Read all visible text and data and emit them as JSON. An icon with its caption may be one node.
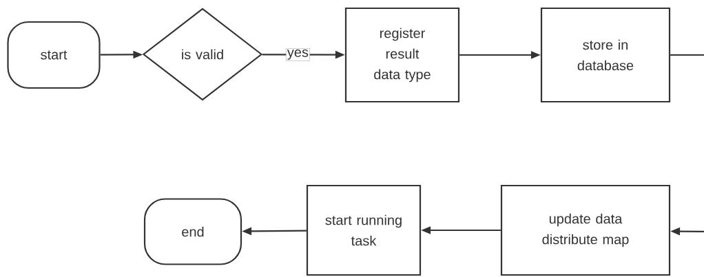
{
  "diagram": {
    "nodes": [
      {
        "text": [
          "start"
        ]
      },
      {
        "text": [
          "is valid"
        ]
      },
      {
        "text": [
          "register result data type"
        ]
      },
      {
        "text": [
          "store in database"
        ]
      },
      {
        "text": [
          "update data distribute map"
        ]
      },
      {
        "text": [
          "start running task"
        ]
      },
      {
        "text": [
          "end"
        ]
      }
    ],
    "edges": [
      {
        "from": 0,
        "to": 1,
        "arrow": "to"
      },
      {
        "from": 1,
        "to": 2,
        "arrow": "to",
        "label": "yes"
      },
      {
        "from": 2,
        "to": 3,
        "arrow": "to"
      },
      {
        "from": 3,
        "to": null,
        "arrow": "none"
      },
      {
        "from": null,
        "to": 4,
        "arrow": "to"
      },
      {
        "from": 4,
        "to": 5,
        "arrow": "to"
      },
      {
        "from": 5,
        "to": 6,
        "arrow": "to"
      }
    ]
  }
}
